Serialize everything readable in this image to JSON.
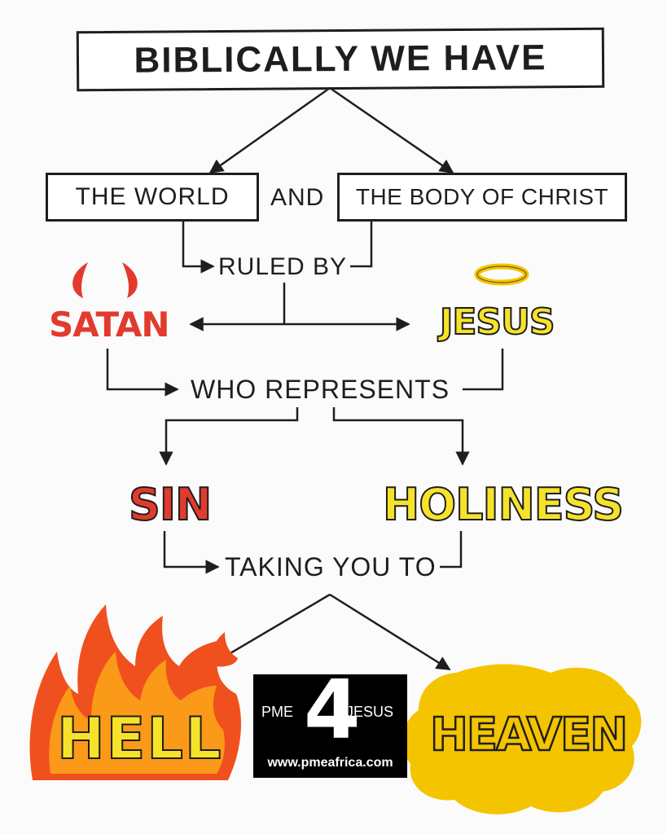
{
  "header": {
    "title": "BIBLICALLY WE HAVE"
  },
  "nodes": {
    "world": "THE WORLD",
    "and": "AND",
    "body_of_christ": "THE BODY OF CHRIST",
    "ruled_by": "RULED BY",
    "satan": "SATAN",
    "jesus": "JESUS",
    "who_represents": "WHO REPRESENTS",
    "sin": "SIN",
    "holiness": "HOLINESS",
    "taking_you_to": "TAKING YOU TO",
    "hell": "HELL",
    "heaven": "HEAVEN"
  },
  "logo": {
    "left": "PME",
    "number": "4",
    "right": "JESUS",
    "url": "www.pmeafrica.com"
  },
  "colors": {
    "red": "#e23b2e",
    "yellow": "#f7e22a",
    "gold": "#f5c400",
    "line": "#1e1e1e",
    "flame_outer": "#f0501e",
    "flame_inner": "#fb9a18"
  },
  "icons": [
    "devil-horns-icon",
    "halo-icon",
    "flames-icon",
    "cloud-icon",
    "arrow-icon"
  ]
}
